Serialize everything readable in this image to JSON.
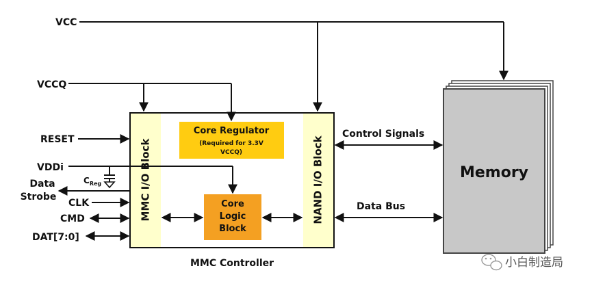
{
  "signals": {
    "vcc": "VCC",
    "vccq": "VCCQ",
    "reset": "RESET",
    "vddi": "VDDi",
    "data_strobe_line1": "Data",
    "data_strobe_line2": "Strobe",
    "clk": "CLK",
    "cmd": "CMD",
    "dat": "DAT[7:0]",
    "creg_main": "C",
    "creg_sub": "Reg"
  },
  "blocks": {
    "mmc_io": "MMC I/O Block",
    "nand_io": "NAND I/O Block",
    "core_regulator_title": "Core Regulator",
    "core_regulator_note_line1": "(Required for 3.3V",
    "core_regulator_note_line2": "VCCQ)",
    "core_logic_line1": "Core",
    "core_logic_line2": "Logic",
    "core_logic_line3": "Block",
    "controller": "MMC Controller",
    "memory": "Memory"
  },
  "buses": {
    "control_signals": "Control Signals",
    "data_bus": "Data Bus"
  },
  "watermark": {
    "text": "小白制造局",
    "icon": "wechat-icon"
  },
  "colors": {
    "light_yellow": "#ffffcc",
    "core_regulator": "#ffcc11",
    "core_logic": "#f4a022",
    "memory": "#c8c8c8"
  }
}
